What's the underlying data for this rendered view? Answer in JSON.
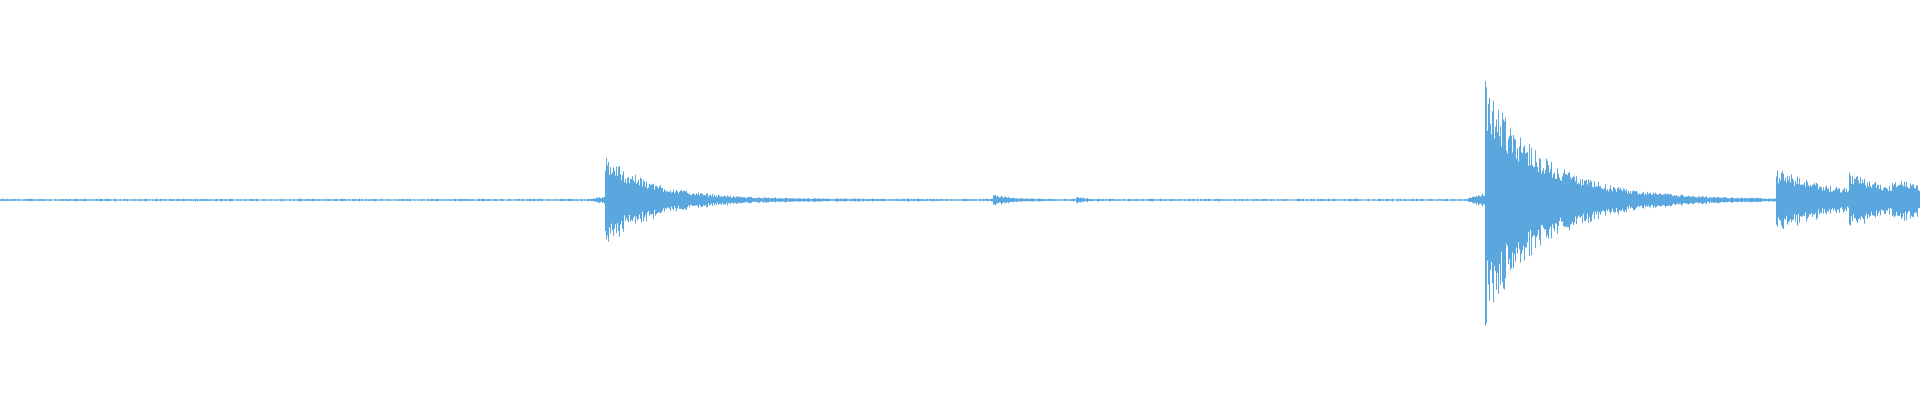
{
  "waveform": {
    "color": "#5aa7e0",
    "background": "#ffffff",
    "peak_scale": 150,
    "baseline_level": 0.01,
    "events": [
      {
        "start": 0.315,
        "peak": 0.3,
        "decay": 0.025,
        "pre": 0.01
      },
      {
        "start": 0.517,
        "peak": 0.03,
        "decay": 0.01,
        "pre": 0.008
      },
      {
        "start": 0.56,
        "peak": 0.02,
        "decay": 0.004,
        "pre": 0.002
      },
      {
        "start": 0.773,
        "peak": 0.82,
        "decay": 0.03,
        "pre": 0.01
      },
      {
        "start": 0.86,
        "peak": 0.015,
        "decay": 0.008,
        "pre": 0.004
      },
      {
        "start": 0.925,
        "peak": 0.2,
        "decay": 0.035,
        "pre": 0.0
      },
      {
        "start": 0.963,
        "peak": 0.11,
        "decay": 0.03,
        "pre": 0.0
      },
      {
        "start": 0.985,
        "peak": 0.06,
        "decay": 0.025,
        "pre": 0.0
      }
    ]
  }
}
